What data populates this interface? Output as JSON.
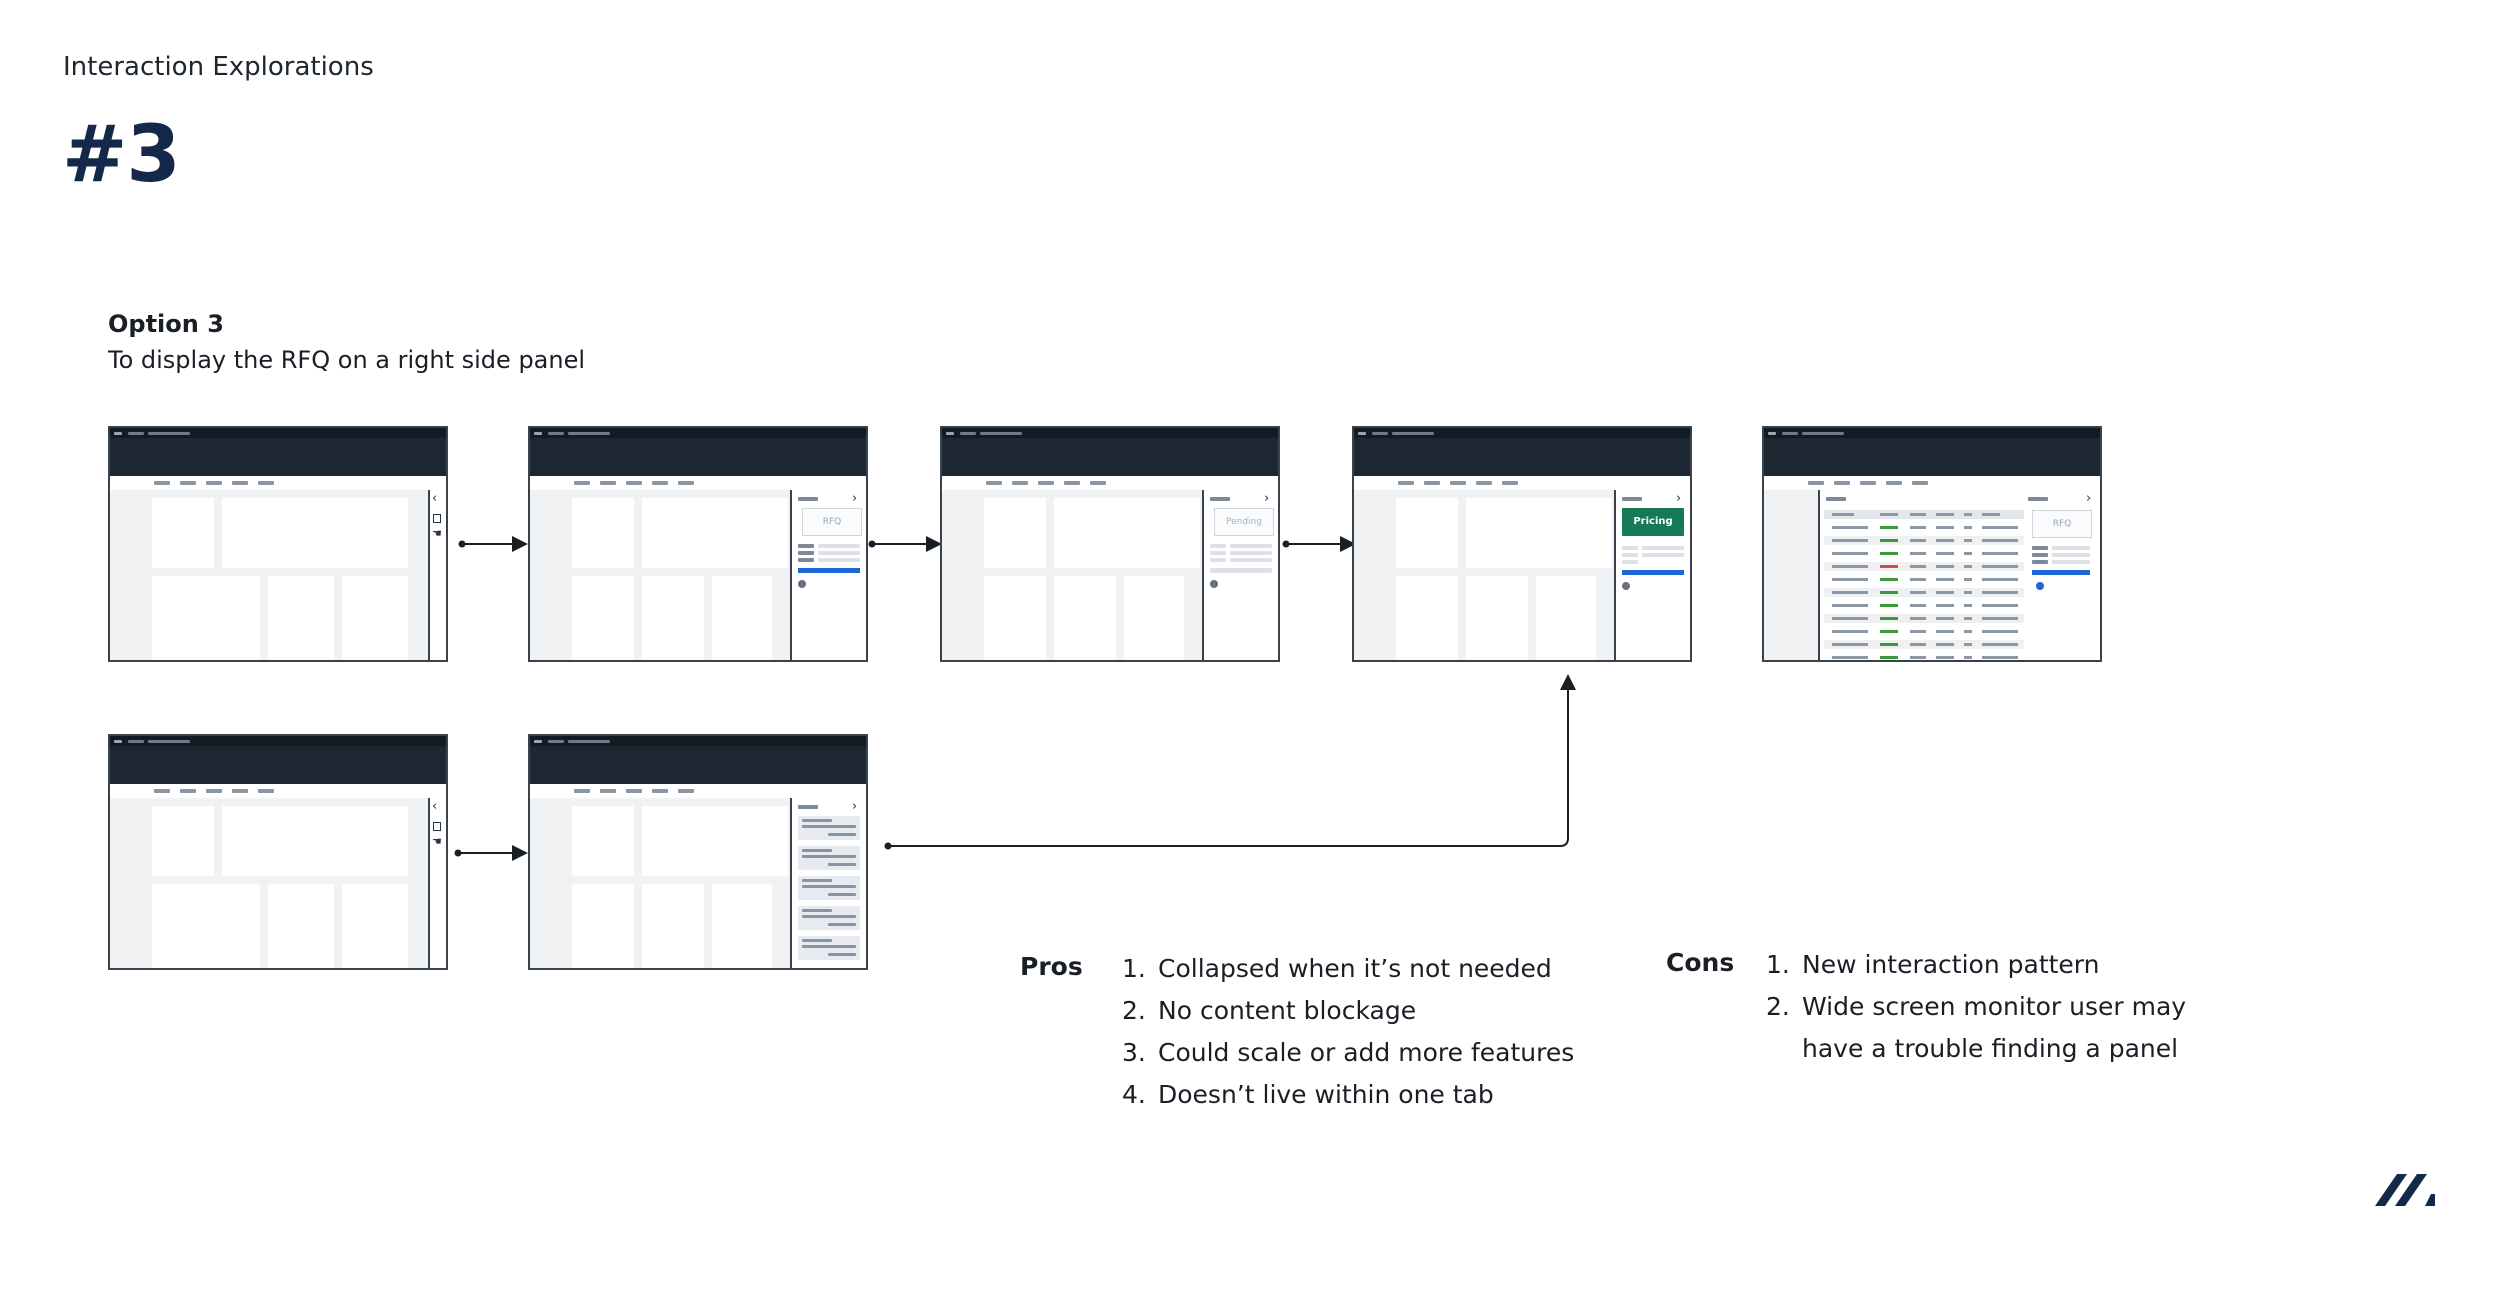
{
  "header": {
    "eyebrow": "Interaction Explorations",
    "number": "#3"
  },
  "option": {
    "title": "Option 3",
    "description": "To display the RFQ on a right side panel"
  },
  "frames": {
    "rfq_label": "RFQ",
    "pending_label": "Pending",
    "pricing_label": "Pricing",
    "rfq_label_final": "RFQ"
  },
  "pros": {
    "label": "Pros",
    "items": [
      {
        "num": "1.",
        "text": "Collapsed when it’s not needed"
      },
      {
        "num": "2.",
        "text": "No content blockage"
      },
      {
        "num": "3.",
        "text": "Could scale or add more features"
      },
      {
        "num": "4.",
        "text": "Doesn’t live within one tab"
      }
    ]
  },
  "cons": {
    "label": "Cons",
    "items": [
      {
        "num": "1.",
        "text": "New interaction pattern"
      },
      {
        "num": "2.",
        "text": "Wide screen monitor user may"
      },
      {
        "num": "",
        "text": "have a trouble finding a panel"
      }
    ]
  },
  "colors": {
    "title_navy": "#14294a",
    "pricing_green": "#157a55",
    "action_blue": "#1f68d8",
    "header_dark": "#1c2731"
  }
}
